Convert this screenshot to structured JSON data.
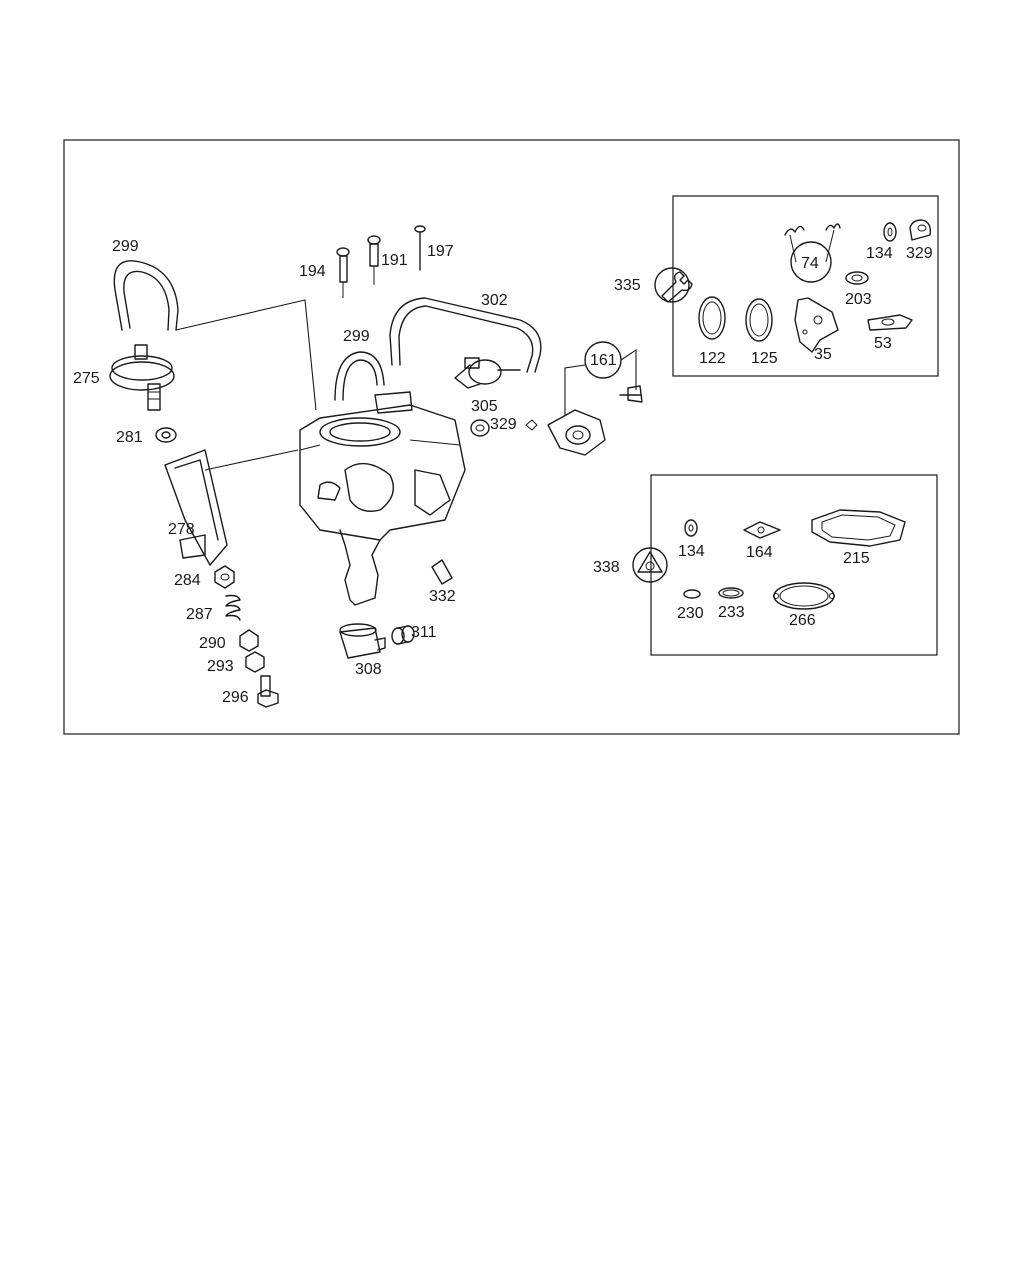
{
  "part_labels": {
    "p299a": "299",
    "p275": "275",
    "p281": "281",
    "p278": "278",
    "p284": "284",
    "p287": "287",
    "p290": "290",
    "p293": "293",
    "p296": "296",
    "p194": "194",
    "p191": "191",
    "p197": "197",
    "p299b": "299",
    "p302": "302",
    "p305": "305",
    "p329a": "329",
    "p161": "161",
    "p332": "332",
    "p311": "311",
    "p308": "308",
    "p335": "335",
    "p74": "74",
    "p134a": "134",
    "p329b": "329",
    "p203": "203",
    "p122": "122",
    "p125": "125",
    "p35": "35",
    "p53": "53",
    "p338": "338",
    "p134b": "134",
    "p164": "164",
    "p215": "215",
    "p230": "230",
    "p233": "233",
    "p266": "266"
  },
  "icons": {
    "repair_kit_335": "wrench-icon",
    "gasket_kit_338": "gasket-kit-icon"
  }
}
